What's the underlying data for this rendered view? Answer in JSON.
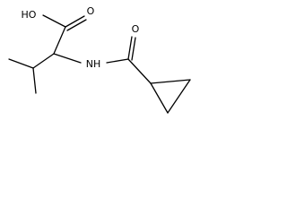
{
  "molecule": {
    "labels": {
      "hydroxyl": "HO",
      "acid_carbonyl_oxygen": "O",
      "amide_nitrogen": "NH",
      "amide_carbonyl_oxygen": "O"
    },
    "colors": {
      "bond": "#000000",
      "label": "#000000",
      "background": "#ffffff"
    }
  }
}
